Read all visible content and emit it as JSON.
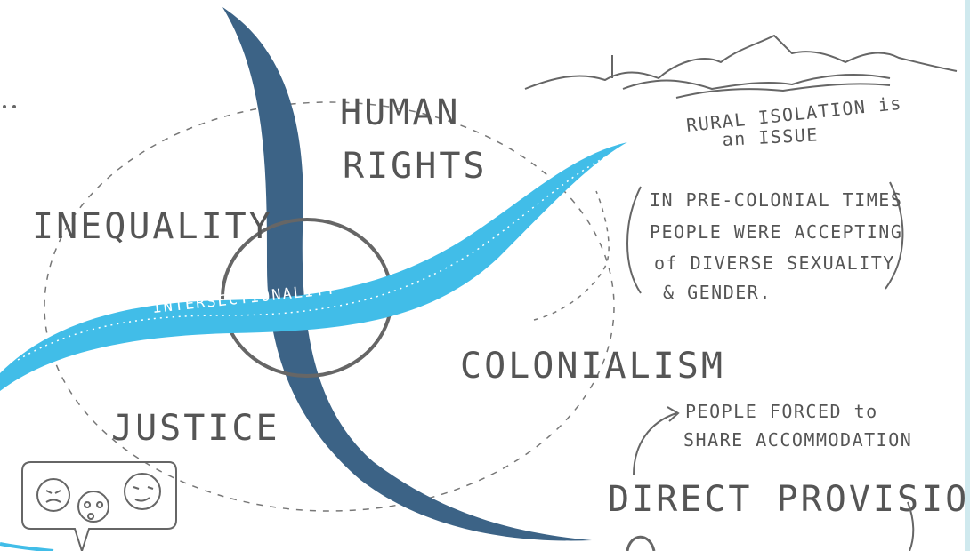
{
  "labels": {
    "human_rights_line1": "HUMAN",
    "human_rights_line2": "RIGHTS",
    "inequality": "INEQUALITY",
    "justice": "JUSTICE",
    "colonialism": "COLONIALISM",
    "direct_provision": "DIRECT PROVISION",
    "intersectionality": "INTERSECTIONALITY"
  },
  "notes": {
    "rural_line1": "RURAL ISOLATION is",
    "rural_line2": "an ISSUE",
    "precolonial_line1": "IN PRE-COLONIAL TIMES",
    "precolonial_line2": "PEOPLE WERE ACCEPTING",
    "precolonial_line3": "of DIVERSE SEXUALITY",
    "precolonial_line4": "& GENDER.",
    "forced_line1": "PEOPLE FORCED to",
    "forced_line2": "SHARE ACCOMMODATION"
  },
  "colors": {
    "dark_band": "#3c6386",
    "light_band": "#41bde8",
    "ink": "#555555",
    "edge": "#cfe9ee"
  },
  "icons": [
    "mountains-icon",
    "faces-speech-bubble-icon"
  ]
}
